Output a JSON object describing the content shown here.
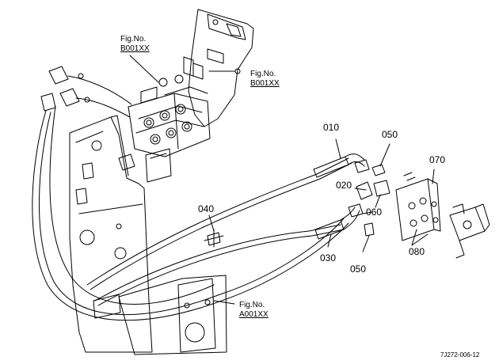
{
  "figure_refs": [
    {
      "id": "fig-ref-top-left",
      "prefix": "Fig.No.",
      "ref": "B001XX"
    },
    {
      "id": "fig-ref-top-right",
      "prefix": "Fig.No.",
      "ref": "B001XX"
    },
    {
      "id": "fig-ref-bottom",
      "prefix": "Fig.No.",
      "ref": "A001XX"
    }
  ],
  "callouts": [
    "010",
    "050",
    "070",
    "020",
    "060",
    "040",
    "030",
    "050",
    "080"
  ],
  "drawing_code": "7J272-006-12"
}
